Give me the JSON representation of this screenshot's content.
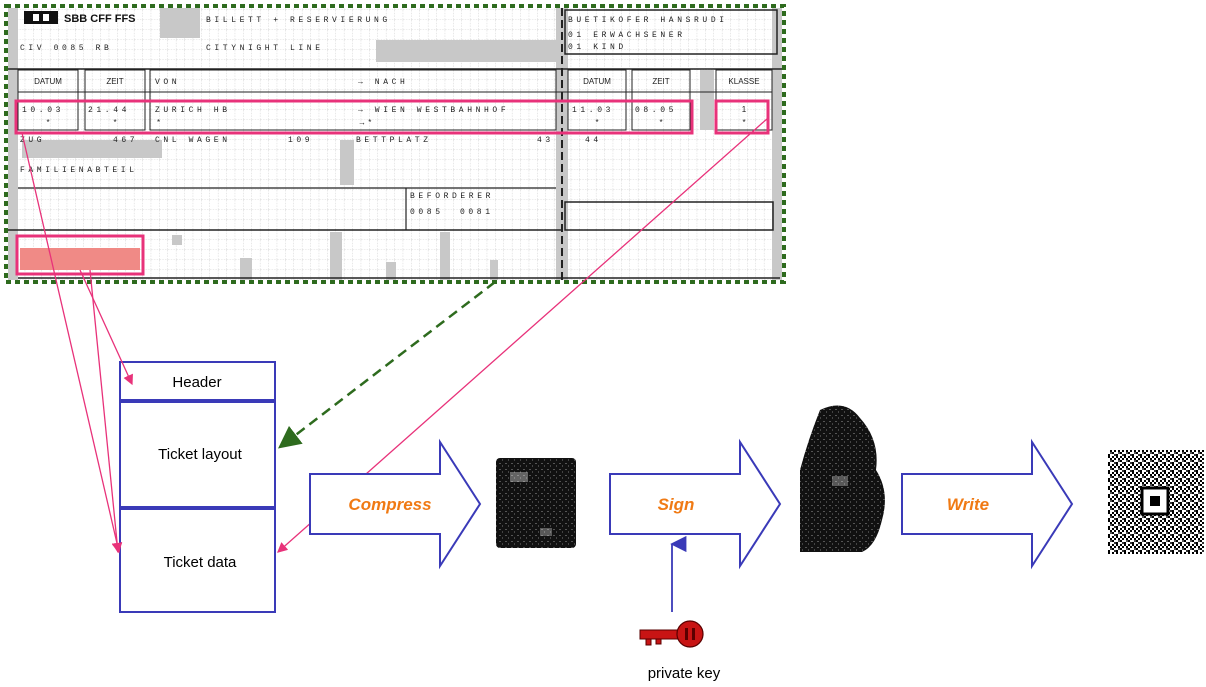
{
  "ticket": {
    "logo": "SBB CFF FFS",
    "title": "BILLETT + RESERVIERUNG",
    "passenger_name": "BUETIKOFER HANSRUDI",
    "pax_1": "01 ERWACHSENER",
    "pax_2": "01 KIND",
    "code": "CIV 0085 RB",
    "train_name": "CITYNIGHT LINE",
    "col_datum": "DATUM",
    "col_zeit": "ZEIT",
    "col_von": "VON",
    "col_nach": "→ NACH",
    "col_datum2": "DATUM",
    "col_zeit2": "ZEIT",
    "col_klasse": "KLASSE",
    "dep_date": "10.03",
    "dep_time": "21.44",
    "from": "ZURICH HB",
    "to": "→ WIEN WESTBAHNHOF",
    "arr_date": "11.03",
    "arr_time": "08.05",
    "class": "1",
    "star": "*",
    "to_star": "→ *",
    "zug": "ZUG",
    "zug_no": "467",
    "wagen": "CNL WAGEN",
    "wagen_no": "109",
    "bett": "BETTPLATZ",
    "bett_1": "43",
    "bett_2": "44",
    "abteil": "FAMILIENABTEIL",
    "carrier_label": "BEFORDERER",
    "carrier_1": "0085",
    "carrier_2": "0081"
  },
  "boxes": {
    "header": "Header",
    "layout": "Ticket layout",
    "data": "Ticket data"
  },
  "steps": {
    "compress": "Compress",
    "sign": "Sign",
    "write": "Write"
  },
  "key_label": "private key",
  "colors": {
    "highlight": "#e8327a",
    "dashed_border": "#2e6b1e",
    "box_border": "#3a3ab8",
    "step_text": "#f07a14",
    "key": "#c81414"
  }
}
